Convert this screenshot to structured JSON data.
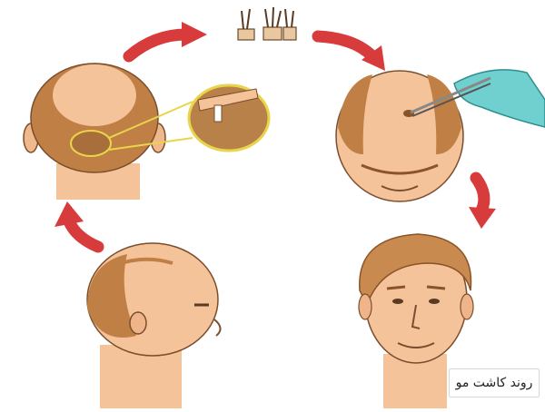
{
  "caption": "روند کاشت مو",
  "colors": {
    "arrow": "#d83b3b",
    "hair": "#c07f45",
    "hair_dark": "#8b5328",
    "skin": "#f4c39a",
    "glove": "#6fd0cf",
    "magnifier": "#e8d54a"
  },
  "illustration": {
    "steps": [
      "balding-head-side-view",
      "back-of-head-donor-area",
      "hair-follicle-grafts",
      "implanting-grafts-top-of-head",
      "full-hair-result-face"
    ],
    "arrows": [
      "up-arrow-left",
      "right-arrow-top",
      "down-right-arrow-top",
      "down-arrow-right"
    ]
  }
}
